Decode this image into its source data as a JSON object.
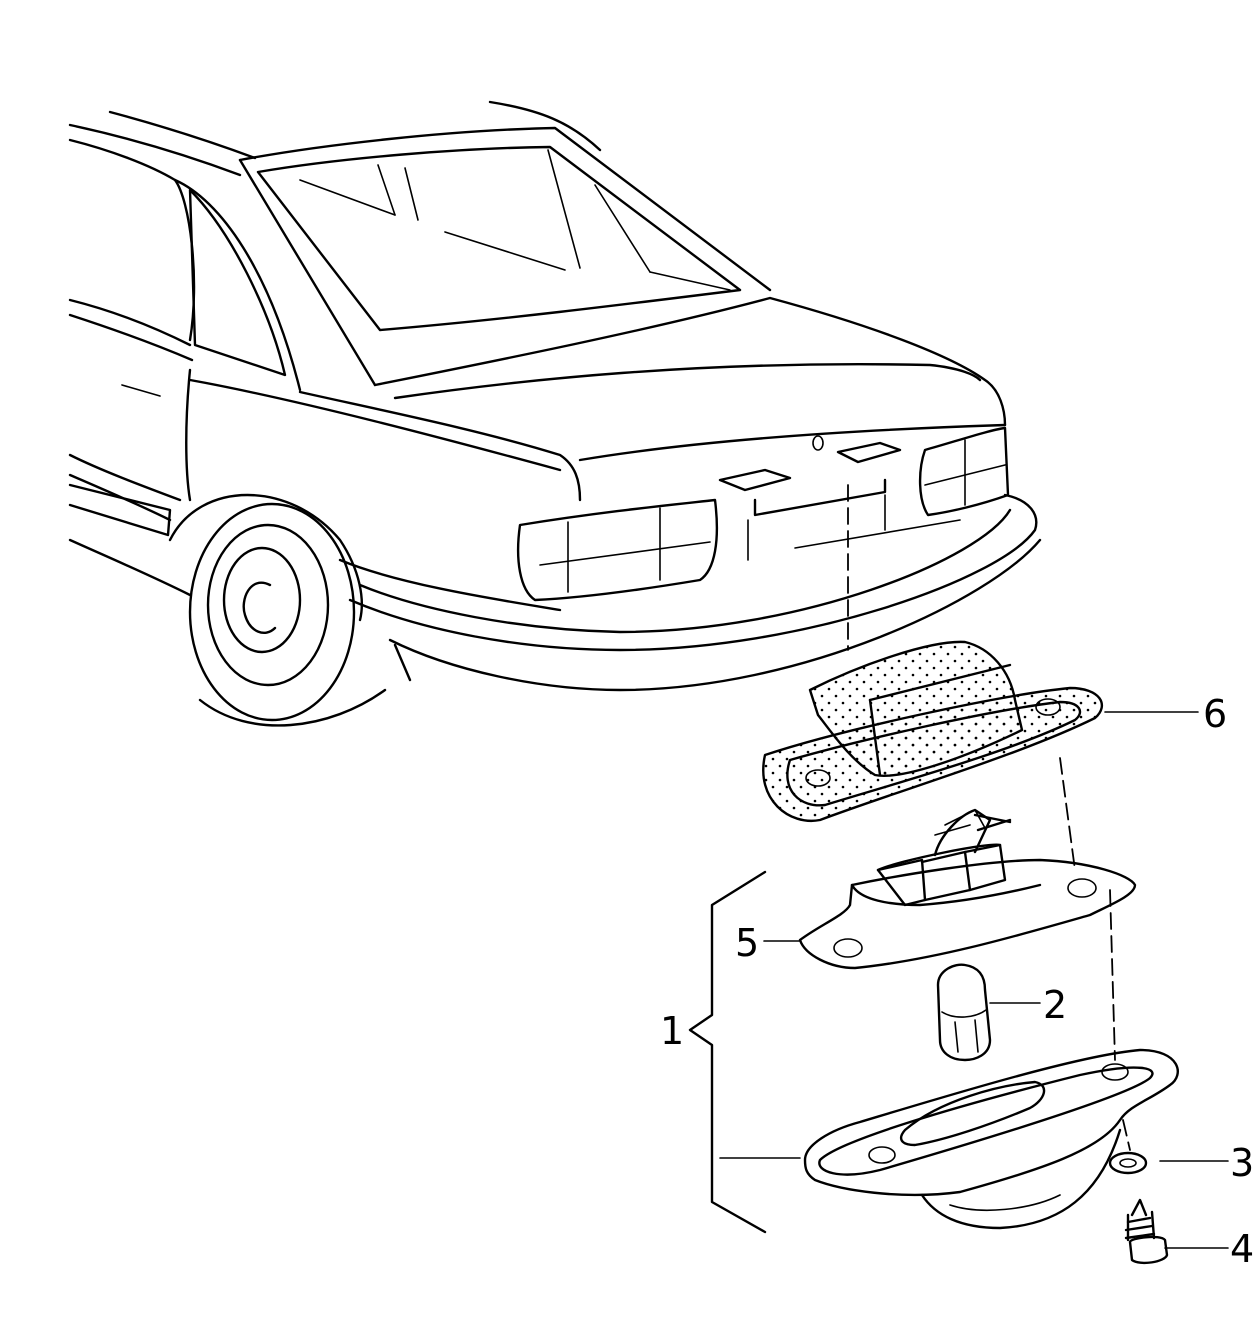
{
  "diagram": {
    "callouts": [
      {
        "id": "item-1",
        "label": "1"
      },
      {
        "id": "item-2",
        "label": "2"
      },
      {
        "id": "item-3",
        "label": "3"
      },
      {
        "id": "item-4",
        "label": "4"
      },
      {
        "id": "item-5",
        "label": "5"
      },
      {
        "id": "item-6",
        "label": "6"
      }
    ]
  }
}
